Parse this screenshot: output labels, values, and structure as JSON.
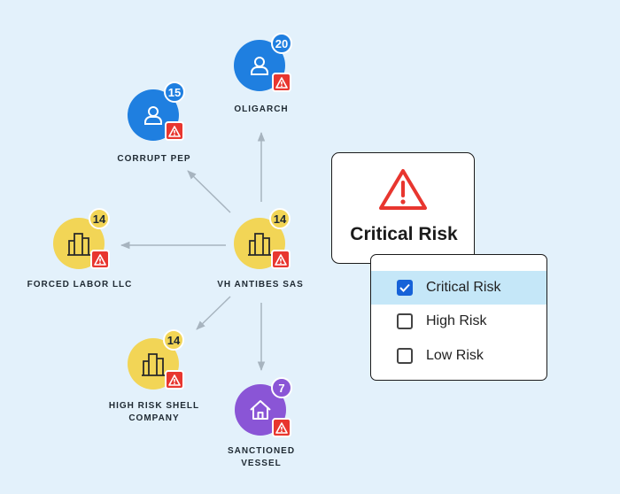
{
  "nodes": {
    "oligarch": {
      "count": "20",
      "label_lines": [
        "OLIGARCH"
      ],
      "color": "#1f7fe0",
      "type": "person"
    },
    "corrupt_pep": {
      "count": "15",
      "label_lines": [
        "CORRUPT PEP"
      ],
      "color": "#1f7fe0",
      "type": "person"
    },
    "vh_antibes": {
      "count": "14",
      "label_lines": [
        "VH ANTIBES SAS"
      ],
      "color": "#f2d556",
      "type": "company"
    },
    "forced_labor": {
      "count": "14",
      "label_lines": [
        "FORCED LABOR LLC"
      ],
      "color": "#f2d556",
      "type": "company"
    },
    "shell_company": {
      "count": "14",
      "label_lines": [
        "HIGH RISK SHELL",
        "COMPANY"
      ],
      "color": "#f2d556",
      "type": "company"
    },
    "sanctioned_vessel": {
      "count": "7",
      "label_lines": [
        "SANCTIONED",
        "VESSEL"
      ],
      "color": "#8a55d6",
      "type": "vessel"
    }
  },
  "risk_card": {
    "title": "Critical Risk",
    "icon": "warning-triangle-icon"
  },
  "risk_dropdown": {
    "options": [
      {
        "label": "Critical Risk",
        "checked": true
      },
      {
        "label": "High Risk",
        "checked": false
      },
      {
        "label": "Low Risk",
        "checked": false
      }
    ]
  },
  "colors": {
    "background": "#e3f1fb",
    "person": "#1f7fe0",
    "company": "#f2d556",
    "vessel": "#8a55d6",
    "alert": "#e8362f",
    "edge": "#a7b4bf",
    "selected_row": "#c5e7f8",
    "checkbox_checked": "#1662d8"
  }
}
